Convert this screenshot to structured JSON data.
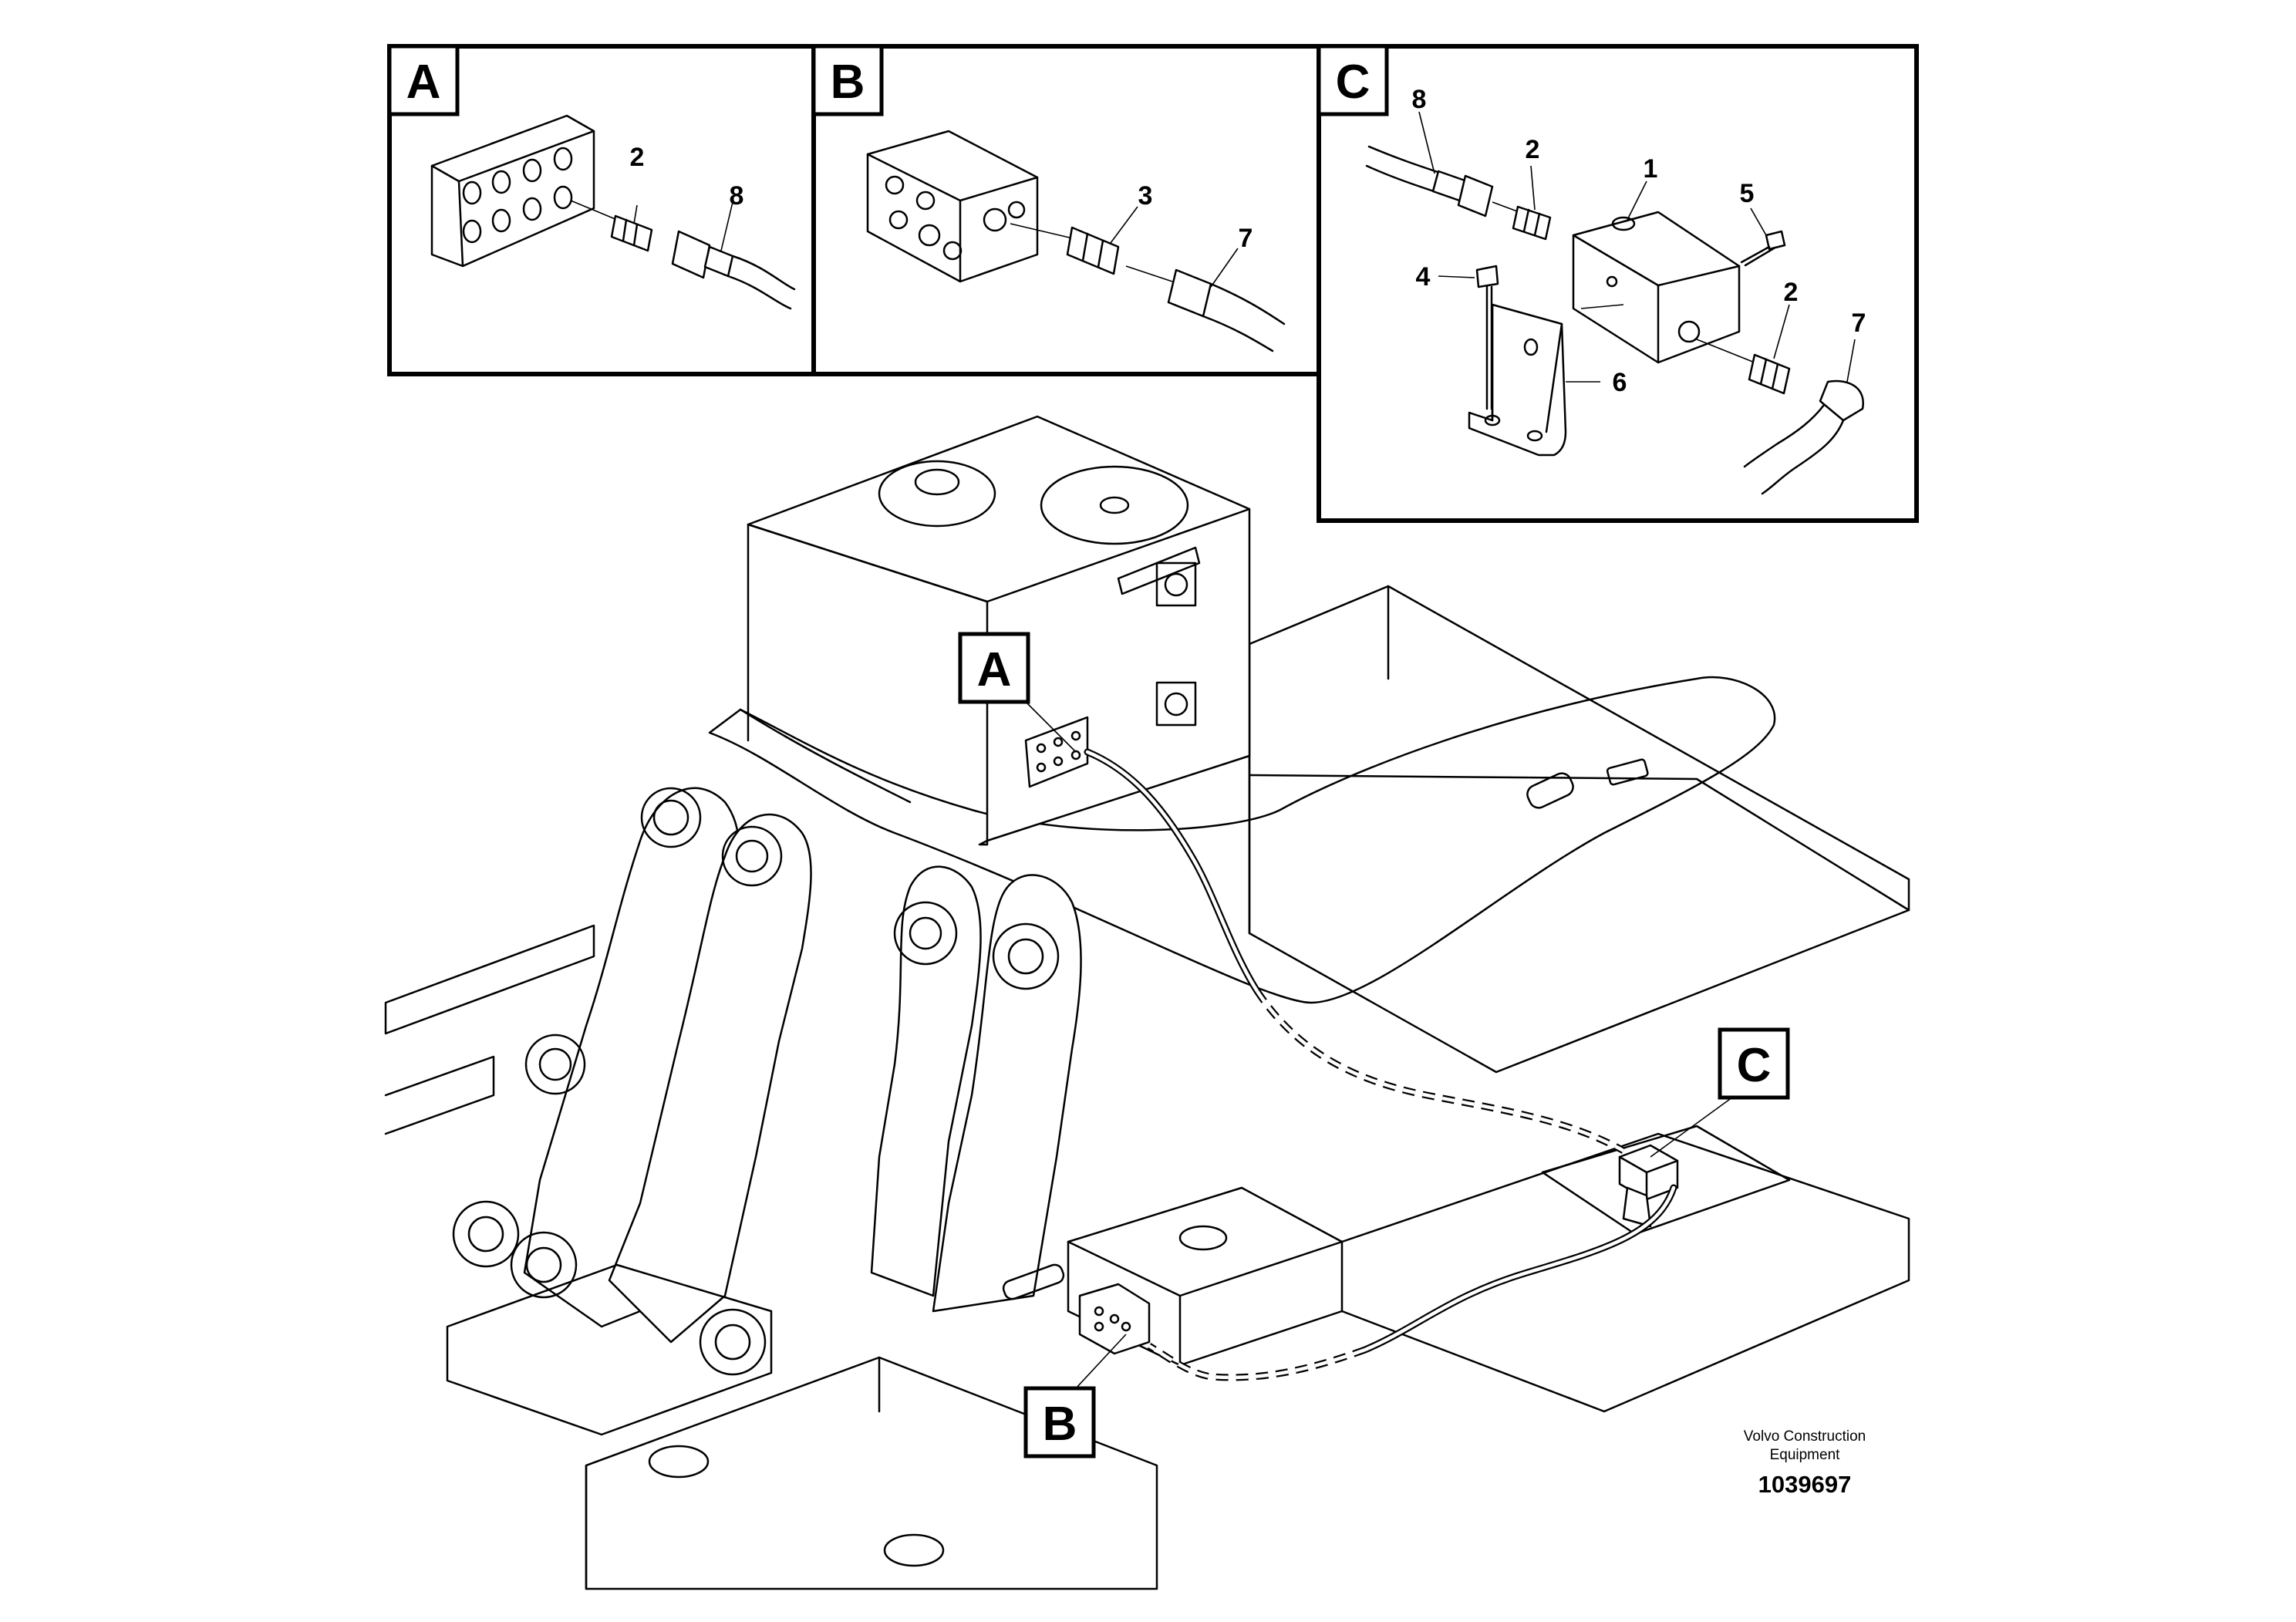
{
  "insets": {
    "a": {
      "letter": "A",
      "callouts": [
        "2",
        "8"
      ]
    },
    "b": {
      "letter": "B",
      "callouts": [
        "3",
        "7"
      ]
    },
    "c": {
      "letter": "C",
      "callouts": [
        "8",
        "2",
        "1",
        "5",
        "4",
        "2",
        "7",
        "6"
      ]
    }
  },
  "main_callouts": [
    "A",
    "C",
    "B"
  ],
  "footer": {
    "credit_line1": "Volvo Construction",
    "credit_line2": "Equipment",
    "drawing_number": "1039697"
  }
}
